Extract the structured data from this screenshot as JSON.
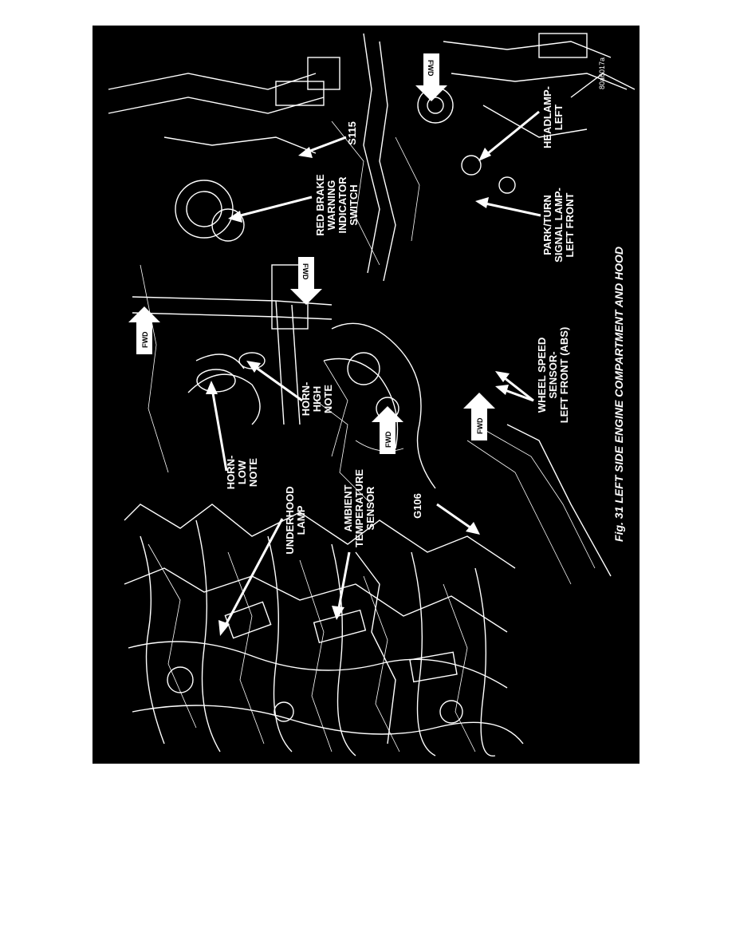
{
  "figure": {
    "caption": "Fig. 31 LEFT SIDE ENGINE COMPARTMENT AND HOOD",
    "image_code": "80a6017a",
    "forward_arrow_text": "FWD"
  },
  "labels": {
    "underhood_lamp": [
      "UNDERHOOD",
      "LAMP"
    ],
    "ambient_temperature_sensor": [
      "AMBIENT",
      "TEMPERATURE",
      "SENSOR"
    ],
    "g106": [
      "G106"
    ],
    "horn_low_note": [
      "HORN-",
      "LOW",
      "NOTE"
    ],
    "horn_high_note": [
      "HORN-",
      "HIGH",
      "NOTE"
    ],
    "wheel_speed_sensor": [
      "WHEEL SPEED",
      "SENSOR-",
      "LEFT FRONT (ABS)"
    ],
    "red_brake_warning_indicator_switch": [
      "RED BRAKE",
      "WARNING",
      "INDICATOR",
      "SWITCH"
    ],
    "s115": [
      "S115"
    ],
    "park_turn_signal_lamp": [
      "PARK/TURN",
      "SIGNAL LAMP-",
      "LEFT FRONT"
    ],
    "headlamp_left": [
      "HEADLAMP-",
      "LEFT"
    ]
  }
}
